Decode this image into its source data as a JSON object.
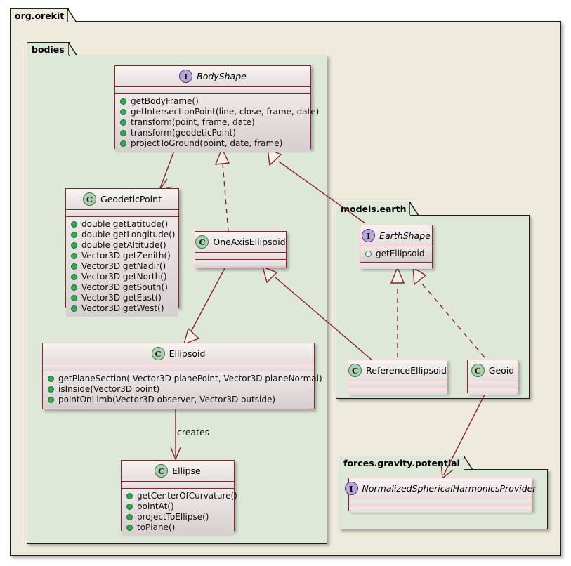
{
  "diagram": {
    "title": "org.orekit bodies class diagram",
    "colors": {
      "outer_package_bg": "#EEEBDC",
      "inner_package_bg": "#DDE8D8",
      "class_border": "#8B2331",
      "package_border": "#1D1D1D",
      "link": "#8B2331",
      "interface_badge": "#B4A7D6",
      "class_badge": "#ADCEB0"
    }
  },
  "packages": {
    "orekit": {
      "name": "org.orekit"
    },
    "bodies": {
      "name": "bodies"
    },
    "models_earth": {
      "name": "models.earth"
    },
    "forces": {
      "name": "forces.gravity.potential"
    }
  },
  "classes": {
    "body_shape": {
      "stereotype": "I",
      "name": "BodyShape",
      "abstract": true,
      "members": [
        {
          "visibility": "public",
          "text": "getBodyFrame()"
        },
        {
          "visibility": "public",
          "text": "getIntersectionPoint(line, close, frame, date)"
        },
        {
          "visibility": "public",
          "text": "transform(point, frame, date)"
        },
        {
          "visibility": "public",
          "text": "transform(geodeticPoint)"
        },
        {
          "visibility": "public",
          "text": "projectToGround(point, date, frame)"
        }
      ]
    },
    "geodetic_point": {
      "stereotype": "C",
      "name": "GeodeticPoint",
      "abstract": false,
      "members": [
        {
          "visibility": "public",
          "text": "double getLatitude()"
        },
        {
          "visibility": "public",
          "text": "double getLongitude()"
        },
        {
          "visibility": "public",
          "text": "double getAltitude()"
        },
        {
          "visibility": "public",
          "text": "Vector3D getZenith()"
        },
        {
          "visibility": "public",
          "text": "Vector3D getNadir()"
        },
        {
          "visibility": "public",
          "text": "Vector3D getNorth()"
        },
        {
          "visibility": "public",
          "text": "Vector3D getSouth()"
        },
        {
          "visibility": "public",
          "text": "Vector3D getEast()"
        },
        {
          "visibility": "public",
          "text": "Vector3D getWest()"
        }
      ]
    },
    "one_axis_ellipsoid": {
      "stereotype": "C",
      "name": "OneAxisEllipsoid",
      "abstract": false,
      "members": []
    },
    "ellipsoid": {
      "stereotype": "C",
      "name": "Ellipsoid",
      "abstract": false,
      "members": [
        {
          "visibility": "public",
          "text": "getPlaneSection( Vector3D planePoint, Vector3D planeNormal)"
        },
        {
          "visibility": "public",
          "text": "isInside(Vector3D point)"
        },
        {
          "visibility": "public",
          "text": "pointOnLimb(Vector3D observer, Vector3D outside)"
        }
      ]
    },
    "ellipse": {
      "stereotype": "C",
      "name": "Ellipse",
      "abstract": false,
      "members": [
        {
          "visibility": "public",
          "text": "getCenterOfCurvature()"
        },
        {
          "visibility": "public",
          "text": "pointAt()"
        },
        {
          "visibility": "public",
          "text": "projectToEllipse()"
        },
        {
          "visibility": "public",
          "text": "toPlane()"
        }
      ]
    },
    "earth_shape": {
      "stereotype": "I",
      "name": "EarthShape",
      "abstract": true,
      "members": [
        {
          "visibility": "package",
          "text": "getEllipsoid"
        }
      ]
    },
    "reference_ellipsoid": {
      "stereotype": "C",
      "name": "ReferenceEllipsoid",
      "abstract": false,
      "members": []
    },
    "geoid": {
      "stereotype": "C",
      "name": "Geoid",
      "abstract": false,
      "members": []
    },
    "nshp": {
      "stereotype": "I",
      "name": "NormalizedSphericalHarmonicsProvider",
      "abstract": true,
      "members": []
    }
  },
  "relations": [
    {
      "id": "rel-bodyshape-geodeticpoint",
      "from": "BodyShape",
      "to": "GeodeticPoint",
      "kind": "dependency-arrow",
      "label": ""
    },
    {
      "id": "rel-oneaxis-bodyshape",
      "from": "OneAxisEllipsoid",
      "to": "BodyShape",
      "kind": "realization",
      "label": ""
    },
    {
      "id": "rel-earthshape-bodyshape",
      "from": "EarthShape",
      "to": "BodyShape",
      "kind": "generalization",
      "label": ""
    },
    {
      "id": "rel-oneaxis-ellipsoid",
      "from": "OneAxisEllipsoid",
      "to": "Ellipsoid",
      "kind": "generalization",
      "label": ""
    },
    {
      "id": "rel-refellipsoid-oneaxis",
      "from": "ReferenceEllipsoid",
      "to": "OneAxisEllipsoid",
      "kind": "generalization",
      "label": ""
    },
    {
      "id": "rel-refellipsoid-earthshape",
      "from": "ReferenceEllipsoid",
      "to": "EarthShape",
      "kind": "realization",
      "label": ""
    },
    {
      "id": "rel-geoid-earthshape",
      "from": "Geoid",
      "to": "EarthShape",
      "kind": "realization",
      "label": ""
    },
    {
      "id": "rel-ellipsoid-ellipse",
      "from": "Ellipsoid",
      "to": "Ellipse",
      "kind": "dependency-arrow",
      "label": "creates"
    },
    {
      "id": "rel-geoid-nshp",
      "from": "Geoid",
      "to": "NormalizedSphericalHarmonicsProvider",
      "kind": "dependency-arrow",
      "label": ""
    }
  ],
  "labels": {
    "creates": "creates"
  }
}
